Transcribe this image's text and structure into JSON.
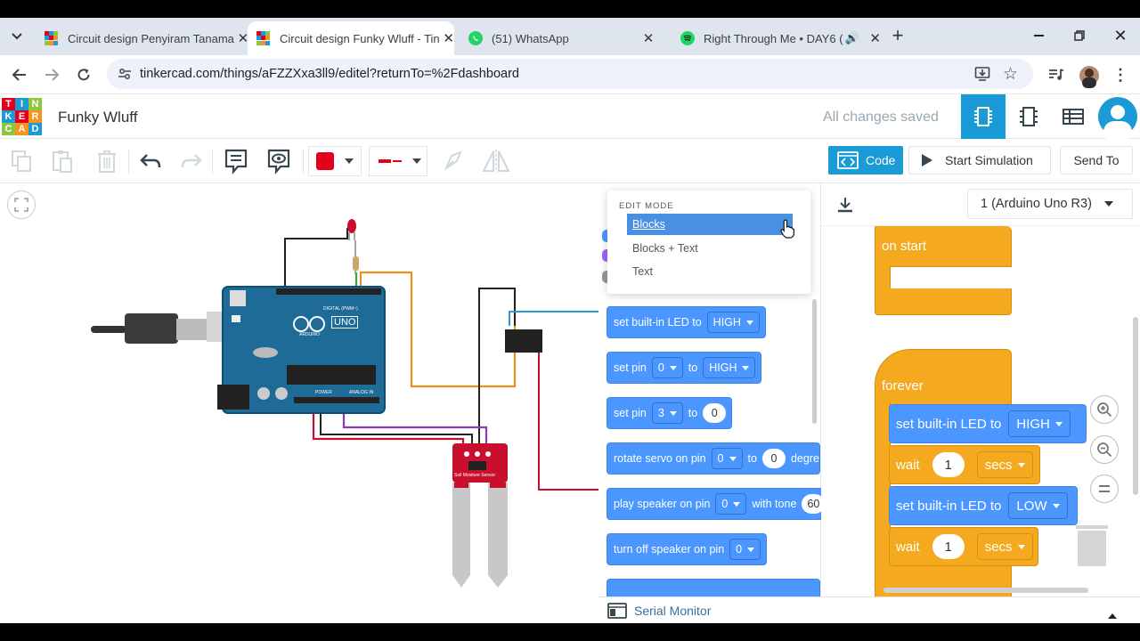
{
  "browser": {
    "tabs": [
      {
        "title": "Circuit design Penyiram Tanama",
        "active": false,
        "favicon": "tinkercad-icon"
      },
      {
        "title": "Circuit design Funky Wluff - Tin",
        "active": true,
        "favicon": "tinkercad-icon"
      },
      {
        "title": "(51) WhatsApp",
        "active": false,
        "favicon": "whatsapp-icon"
      },
      {
        "title": "Right Through Me • DAY6 (",
        "active": false,
        "favicon": "spotify-icon"
      }
    ],
    "url": "tinkercad.com/things/aFZZXxa3ll9/editel?returnTo=%2Fdashboard"
  },
  "app": {
    "logo_letters": [
      "T",
      "I",
      "N",
      "K",
      "E",
      "R",
      "C",
      "A",
      "D"
    ],
    "project_name": "Funky Wluff",
    "save_status": "All changes saved"
  },
  "toolbar": {
    "code_label": "Code",
    "start_sim_label": "Start Simulation",
    "send_to_label": "Send To",
    "color_swatch": "#e2001a"
  },
  "edit_mode_menu": {
    "header": "EDIT MODE",
    "items": [
      "Blocks",
      "Blocks + Text",
      "Text"
    ],
    "selected": "Blocks"
  },
  "code_header": {
    "device": "1 (Arduino Uno R3)"
  },
  "palette": {
    "blocks": [
      {
        "t1": "set built-in LED to",
        "dd1": "HIGH"
      },
      {
        "t1": "set pin",
        "dd1": "0",
        "t2": "to",
        "dd2": "HIGH"
      },
      {
        "t1": "set pin",
        "dd1": "3",
        "t2": "to",
        "num": "0"
      },
      {
        "t1": "rotate servo on pin",
        "dd1": "0",
        "t2": "to",
        "num": "0",
        "t3": "degre"
      },
      {
        "t1": "play speaker on pin",
        "dd1": "0",
        "t2": "with tone",
        "num": "60"
      },
      {
        "t1": "turn off speaker on pin",
        "dd1": "0"
      }
    ]
  },
  "workspace": {
    "on_start_label": "on start",
    "forever_label": "forever",
    "stmts": [
      {
        "t1": "set built-in LED to",
        "dd": "HIGH"
      },
      {
        "t1": "wait",
        "num": "1",
        "dd": "secs"
      },
      {
        "t1": "set built-in LED to",
        "dd": "LOW"
      },
      {
        "t1": "wait",
        "num": "1",
        "dd": "secs"
      }
    ]
  },
  "circuit": {
    "board_label": "UNO",
    "board_sub": "ARDUINO",
    "digital_label": "DIGITAL (PWM~)",
    "power_label": "POWER",
    "analog_label": "ANALOG IN",
    "sensor_label": "Soil Moisture Sensor"
  },
  "serial_monitor_label": "Serial Monitor",
  "colors": {
    "tinkercad_blue": "#1a9ad6",
    "block_blue": "#4c97ff",
    "block_orange": "#f4a91f",
    "arduino_teal": "#1d6b96",
    "sensor_red": "#c8102e"
  }
}
